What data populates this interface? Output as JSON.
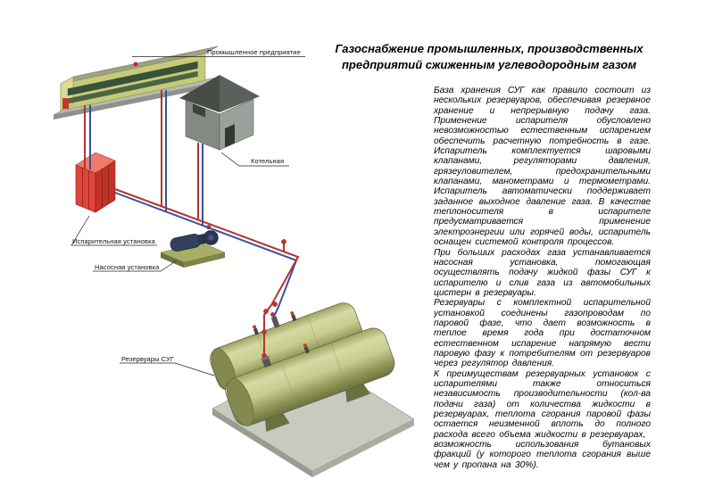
{
  "title": "Газоснабжение промышленных, производственных\nпредприятий сжиженным углеводородным газом",
  "article": {
    "paragraphs": [
      "База хранения СУГ как правило состоит из нескольких резервуаров, обеспечивая резервное хранение и непрерывную подачу газа. Применение испарителя обусловлено невозможностью естественным испарением обеспечить расчетную потребность в газе. Испаритель комплектуется шаровыми клапанами, регуляторами давления, грязеуловителем, предохранительными клапанами, манометрами и термометрами. Испаритель автоматически поддерживает заданное выходное давление газа. В качестве теплоносителя в испарителе предусматривается применение электроэнергии или горячей воды, испаритель оснащен системой контроля процессов.",
      "При больших расходах газа устанавливается насосная установка, помогающая осуществлять подачу жидкой фазы СУГ к испарителю и слив газа из автомобильных цистерн в резервуары.",
      "Резервуары с комплектной испарительной установкой соединены газопроводам по паровой фазе, что дает возможность в теплое время года при достаточном естественном испарение напрямую вести паровую фазу к потребителям от резервуаров через регулятор давления.",
      "К преимуществам резервуарных установок с испарителями также относиться независимость производительности (кол-ва подачи газа) от количества жидкости в резервуарах, теплота сгорания паровой фазы остается неизменной вплоть до полного расхода всего объема жидкости в резервуарах,",
      "возможность использования бутановых фракций (у которого теплота сгорания выше чем у пропана на 30%)."
    ]
  },
  "diagram": {
    "labels": {
      "industrial": "Промышленное предприятие",
      "boiler": "Котельная",
      "evaporator": "Испарительная установка",
      "pump": "Насосная установка",
      "tanks": "Резервуары СУГ"
    },
    "colors": {
      "building_wall": "#c6ca79",
      "building_windows": "#375238",
      "evaporator": "#c23229",
      "pump_base": "#a8ae66",
      "platform": "#c7cabf",
      "tank_light": "#d6d9a4",
      "pipe_liquid": "#b5342c",
      "pipe_vapor": "#3a4fa0"
    }
  }
}
